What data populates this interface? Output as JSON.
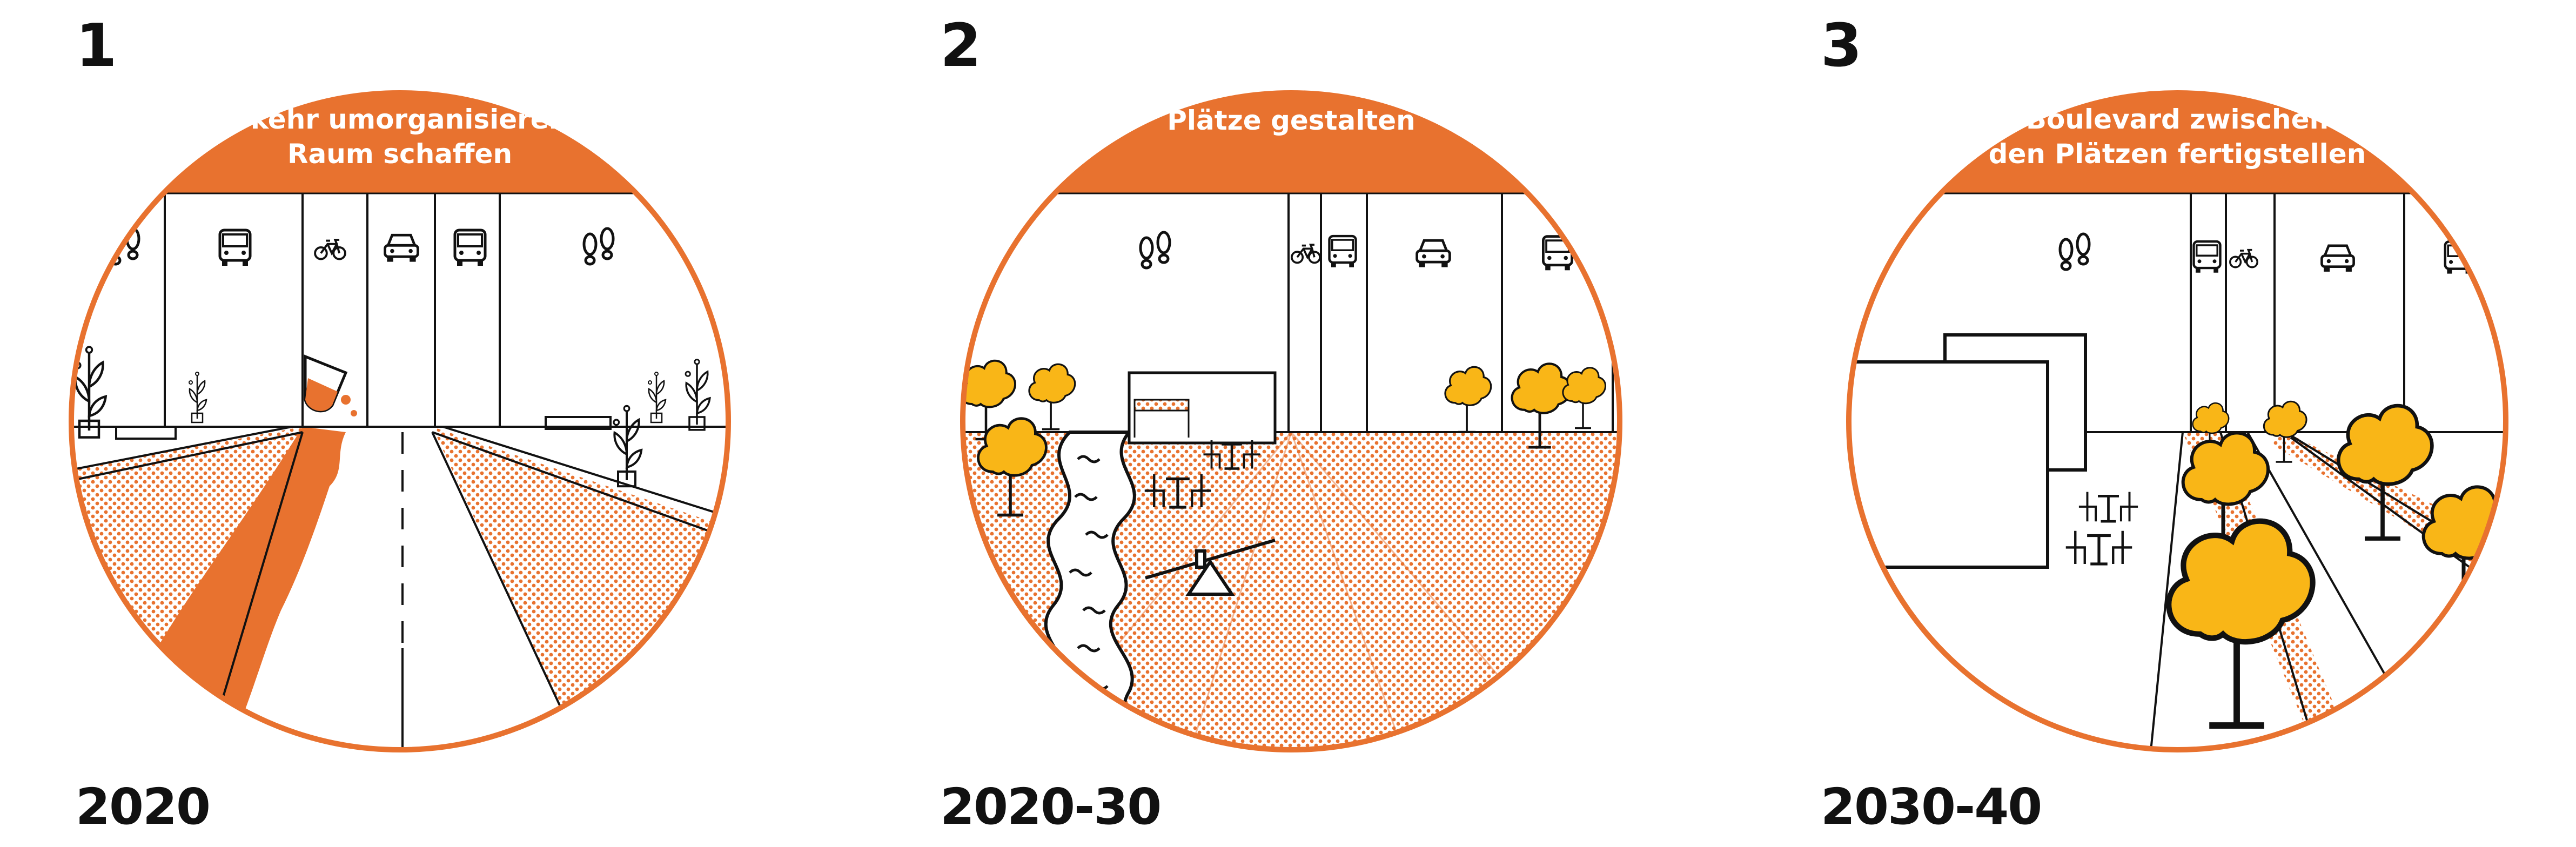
{
  "accent": "#e8722f",
  "tree_color": "#f9b617",
  "panels": [
    {
      "number": "1",
      "title_lines": [
        "Verkehr umorganisieren +",
        "Raum schaffen"
      ],
      "period": "2020"
    },
    {
      "number": "2",
      "title_lines": [
        "Plätze gestalten"
      ],
      "period": "2020-30"
    },
    {
      "number": "3",
      "title_lines": [
        "Boulevard zwischen",
        "den Plätzen fertigstellen"
      ],
      "period": "2030-40"
    }
  ],
  "icons": [
    "footsteps-icon",
    "bus-icon",
    "bicycle-icon",
    "car-icon",
    "plant-icon",
    "paint-bucket-icon",
    "tree-icon",
    "cafe-table-icon",
    "seesaw-icon",
    "market-stall-icon",
    "bench-icon"
  ]
}
